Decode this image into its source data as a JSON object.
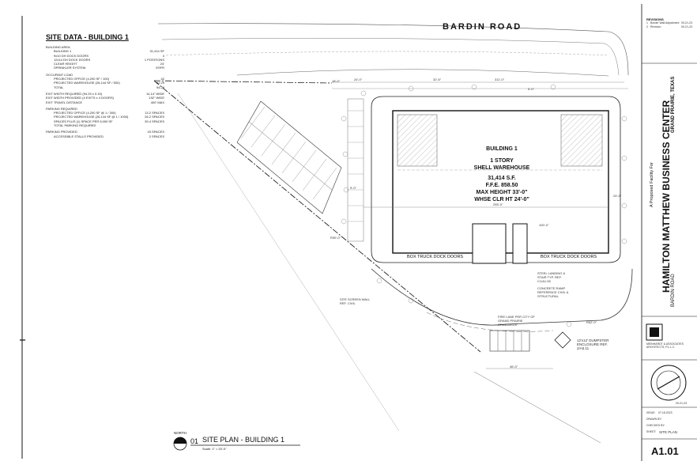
{
  "road": "BARDIN ROAD",
  "site_data": {
    "title": "SITE DATA - BUILDING 1",
    "rows": [
      {
        "label": "BUILDING AREA",
        "value": ""
      },
      {
        "label": "BUILDING 1",
        "value": "31,414 SF"
      },
      {
        "label": "9x10 DH DOCK DOORS",
        "value": "4"
      },
      {
        "label": "12x14 DH DOCK DOORS",
        "value": "1 POSITIONS"
      },
      {
        "label": "CLEAR HEIGHT",
        "value": "24'"
      },
      {
        "label": "SPRINKLER SYSTEM",
        "value": "ESFR"
      },
      {
        "label": "",
        "value": ""
      },
      {
        "label": "OCCUPANT LOAD",
        "value": ""
      },
      {
        "label": "PROJECTED OFFICE (4,200 SF / 100)",
        "value": "42"
      },
      {
        "label": "PROJECTED WAREHOUSE (26,144 SF / 500)",
        "value": "52.29"
      },
      {
        "label": "TOTAL",
        "value": "94.29"
      },
      {
        "label": "",
        "value": ""
      },
      {
        "label": "EXIT WIDTH REQUIRED (94.29 x 0.15)",
        "value": "14.14\" WIDE"
      },
      {
        "label": "EXIT WIDTH PROVIDED (4 EXITS x 4 DOORS)",
        "value": "192\" WIDE"
      },
      {
        "label": "EXIT TRAVEL DISTANCE",
        "value": "400' MAX"
      },
      {
        "label": "",
        "value": ""
      },
      {
        "label": "PARKING REQUIRED",
        "value": ""
      },
      {
        "label": "PROJECTED OFFICE (4,200 SF @ 1 / 300)",
        "value": "13.2 SPACES"
      },
      {
        "label": "PROJECTED WAREHOUSE (26,144 SF @ 1 / 1000)",
        "value": "26.2 SPACES"
      },
      {
        "label": "SPACES PLUS (1) SPACE PER 5,000 SF",
        "value": "39.4 SPACES"
      },
      {
        "label": "TOTAL PARKING REQUIRED",
        "value": ""
      },
      {
        "label": "",
        "value": ""
      },
      {
        "label": "PARKING PROVIDED",
        "value": "43 SPACES"
      },
      {
        "label": "ACCESSIBLE STALLS PROVIDED",
        "value": "2 SPACES"
      }
    ]
  },
  "building": {
    "name": "BUILDING 1",
    "story": "1 STORY",
    "type": "SHELL WAREHOUSE",
    "area": "31,414 S.F.",
    "ffe": "F.F.E. 858.50",
    "max_height": "MAX HEIGHT 33'-0\"",
    "clear_height": "WHSE CLR HT 24'-0\""
  },
  "dock_left": "BOX TRUCK DOCK DOORS",
  "dock_right": "BOX TRUCK DOCK DOORS",
  "notes": {
    "steel_landing": "STEEL LANDING & STAIR TYP. REF. C1/A1.05",
    "concrete_ramp": "CONCRETE RAMP REFERENCE CIVIL & STRUCTURAL",
    "screen_wall": "SITE SCREEN WALL REF. CIVIL",
    "fire_lane": "FIRE LANE PER CITY OF GRAND PRAIRIE STANDARDS",
    "dumpster": "12'x12' DUMPSTER ENCLOSURE REF. 2/A5.11"
  },
  "title_block": {
    "revisions_title": "REVISIONS",
    "revisions": [
      {
        "num": "1",
        "desc": "Border Wall Adjustment",
        "date": "09-21-23"
      },
      {
        "num": "2",
        "desc": "Revision",
        "date": "09-21-23"
      }
    ],
    "proposed": "A Proposed Facility For",
    "project": "HAMILTON MATTHEW BUSINESS CENTER",
    "location": "GRAND PRAIRIE, TEXAS",
    "road": "BARDIN ROAD",
    "architect": "MEINHARDT & ASSOCIATES ARCHITECTS, P.L.L.C",
    "seal_date": "09-21-23",
    "issue_label": "ISSUE:",
    "issue_date": "07.18.2023",
    "drawn_label": "DRAWN BY:",
    "checked_label": "CHECKED BY:",
    "sheet_label": "SHEET:",
    "sheet_title": "SITE PLAN",
    "sheet_number": "A1.01"
  },
  "plan_title": {
    "north": "NORTH",
    "number": "01",
    "title": "SITE PLAN - BUILDING 1",
    "scale": "Scale:  1\" = 20'-0\""
  },
  "dims": {
    "top_a": "24'-0\"",
    "top_b": "32'-6\"",
    "top_c": "311'-0\"",
    "top_d": "5'-0\"",
    "left_a": "18'-0\"",
    "left_b": "9'-0\"",
    "right_a": "24'-0\"",
    "mid_a": "255'-0\"",
    "mid_b": "100'-0\"",
    "bottom_a": "46'-0\"",
    "radius_a": "R52'-0\"",
    "radius_b": "R30'-0\""
  }
}
